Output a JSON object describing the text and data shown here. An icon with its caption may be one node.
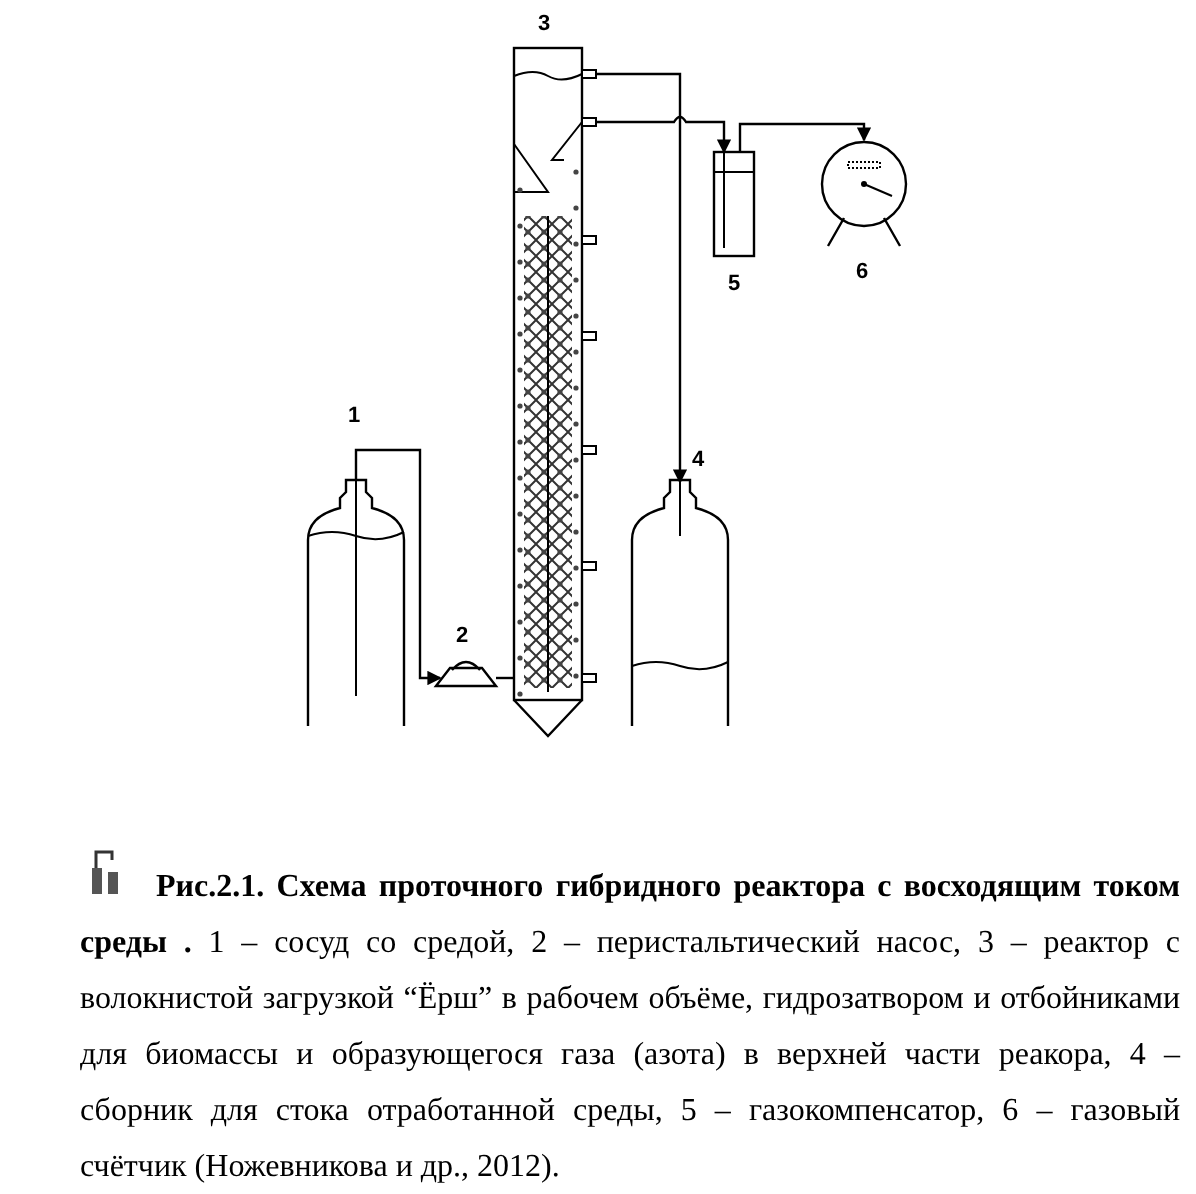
{
  "diagram": {
    "caption": "**Рис.2.1. Схема проточного гибридного реактора с восходящим током среды .** 1 – сосуд со средой, 2 – перистальтический насос, 3 –  реактор с волокнистой загрузкой “Ёрш” в рабочем объёме, гидрозатвором и отбойниками для биомассы и образующегося газа (азота) в верхней части реакора, 4 – сборник для стока отработанной среды, 5 – газокомпенсатор, 6 – газовый счётчик (Ножевникова и др., 2012).",
    "nodes": [
      {
        "text": [
          "1"
        ]
      },
      {
        "text": [
          "2"
        ]
      },
      {
        "text": [
          "3"
        ]
      },
      {
        "text": [
          "4"
        ]
      },
      {
        "text": [
          "5"
        ]
      },
      {
        "text": [
          "6"
        ]
      }
    ],
    "edges": [
      {
        "from": 0,
        "to": 1,
        "arrow": "to"
      },
      {
        "from": 1,
        "to": 2,
        "arrow": "none"
      },
      {
        "from": 2,
        "to": 3,
        "arrow": "to"
      },
      {
        "from": 2,
        "to": 4,
        "arrow": "to"
      },
      {
        "from": 4,
        "to": 5,
        "arrow": "to"
      }
    ]
  }
}
